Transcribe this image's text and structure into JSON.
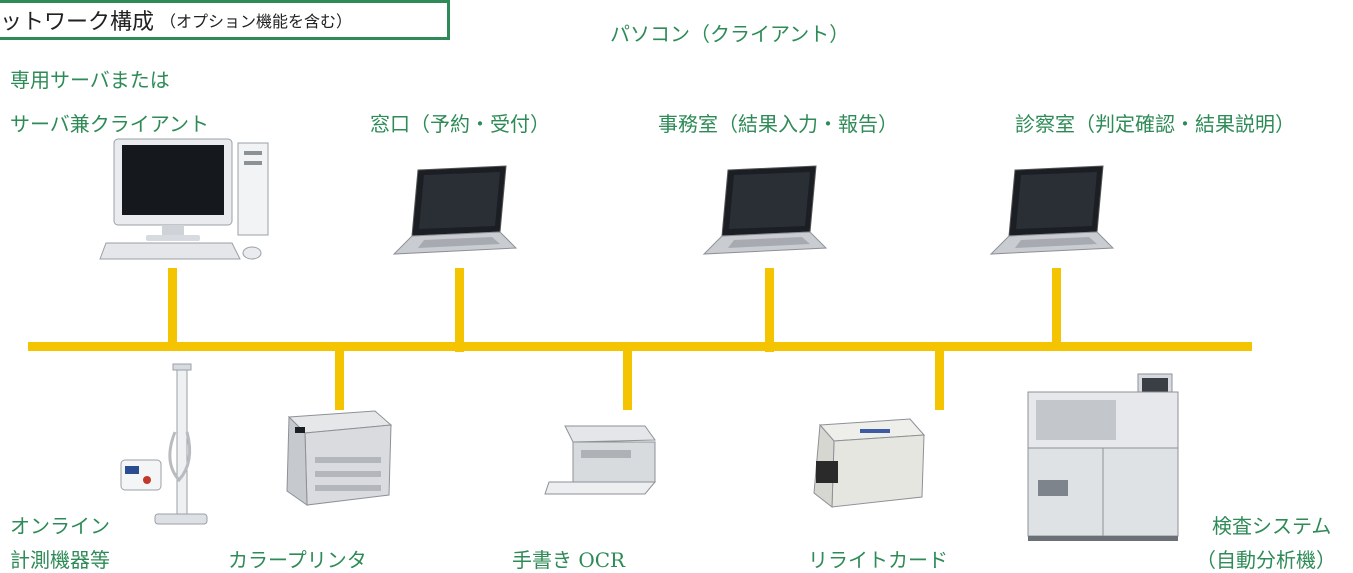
{
  "title": {
    "main": "ットワーク構成",
    "sub": "（オプション機能を含む）"
  },
  "header_label": "パソコン（クライアント）",
  "clients": {
    "server_line1": "専用サーバまたは",
    "server_line2": "サーバ兼クライアント",
    "reception": "窓口（予約・受付）",
    "office": "事務室（結果入力・報告）",
    "exam_room": "診察室（判定確認・結果説明）"
  },
  "peripherals": {
    "online_line1": "オンライン",
    "online_line2": "計測機器等",
    "printer": "カラープリンタ",
    "ocr": "手書き OCR",
    "rewrite_card": "リライトカード",
    "analyzer_line1": "検査システム",
    "analyzer_line2": "（自動分析機）"
  },
  "colors": {
    "accent": "#2e8b57",
    "bus": "#f5c400"
  }
}
